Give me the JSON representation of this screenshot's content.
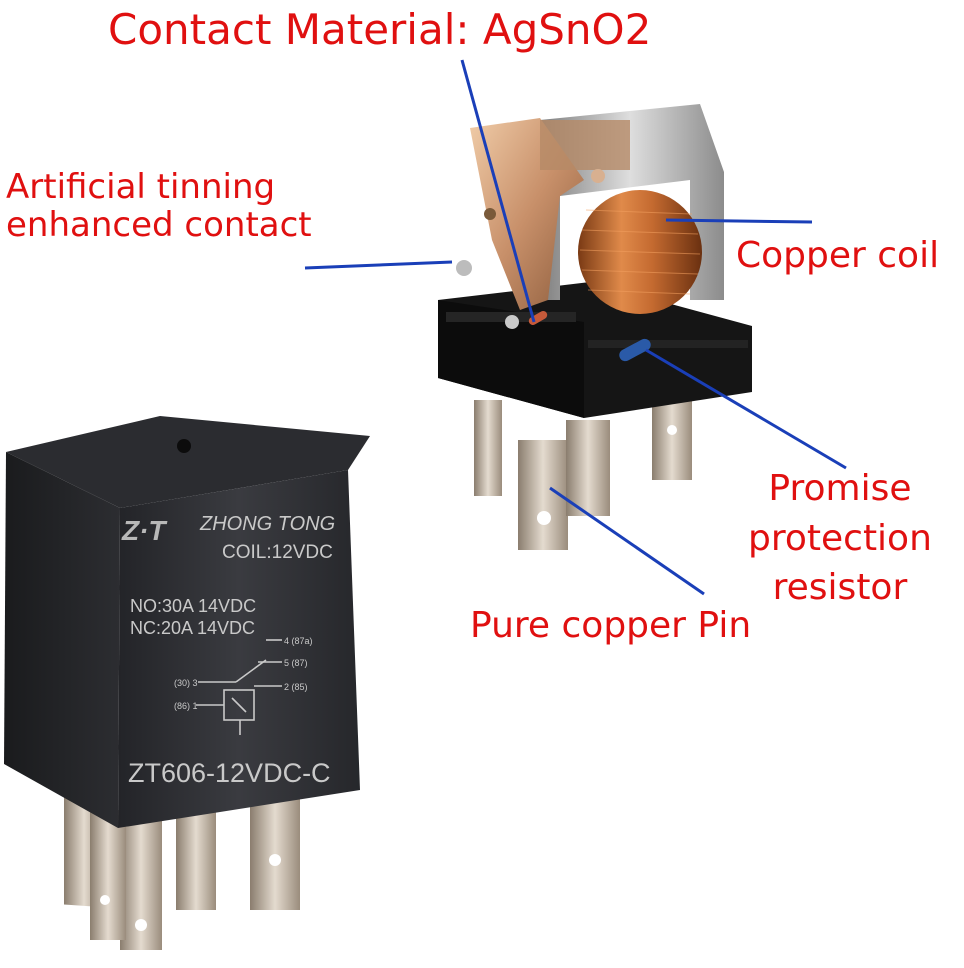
{
  "callouts": {
    "contact_material": "Contact Material: AgSnO2",
    "tinning_line1": "Artificial tinning",
    "tinning_line2": "enhanced contact",
    "copper_coil": "Copper coil",
    "resistor_line1": "Promise",
    "resistor_line2": "protection",
    "resistor_line3": "resistor",
    "pin": "Pure copper Pin"
  },
  "relay_label": {
    "brand": "ZHONG TONG",
    "coil": "COIL:12VDC",
    "no_rating": "NO:30A 14VDC",
    "nc_rating": "NC:20A 14VDC",
    "pin4": "4 (87a)",
    "pin5": "5 (87)",
    "pin3": "(30) 3",
    "pin2": "2 (85)",
    "pin1": "(86) 1",
    "model": "ZT606-12VDC-C"
  },
  "colors": {
    "callout_text": "#e01010",
    "leader_line": "#1a3fb8",
    "relay_body": "#2a2b2e",
    "copper": "#c8743a",
    "base": "#151515"
  }
}
